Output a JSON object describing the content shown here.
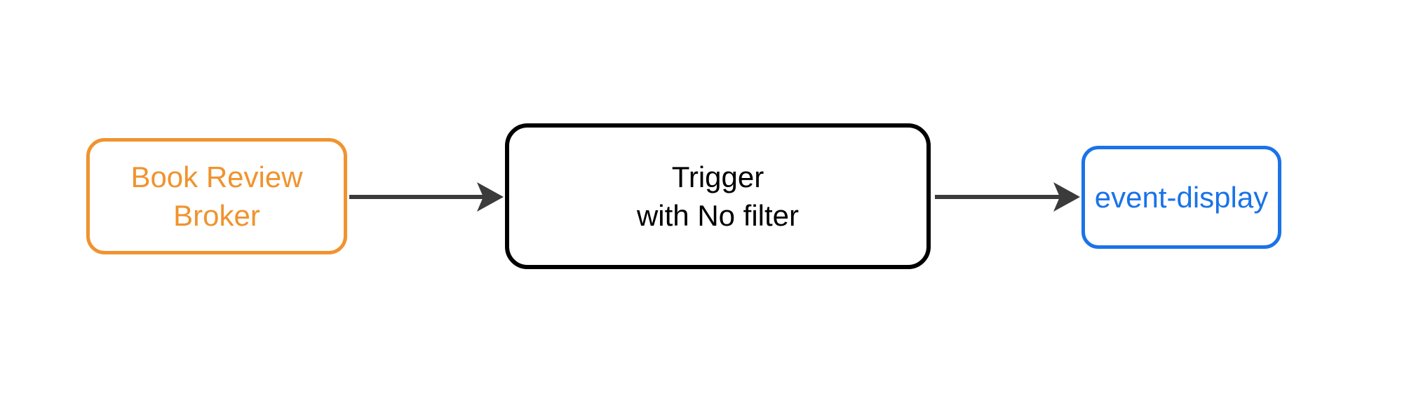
{
  "diagram": {
    "background_color": "#ffffff",
    "edge_color": "#3b3b3b",
    "nodes": {
      "broker": {
        "lines": [
          "Book Review",
          "Broker"
        ],
        "color": "#f0932e"
      },
      "trigger": {
        "lines": [
          "Trigger",
          "with No filter"
        ],
        "color": "#000000"
      },
      "event_display": {
        "lines": [
          "event-display"
        ],
        "color": "#1a73e8"
      }
    },
    "edges": [
      {
        "from": "broker",
        "to": "trigger"
      },
      {
        "from": "trigger",
        "to": "event_display"
      }
    ]
  }
}
